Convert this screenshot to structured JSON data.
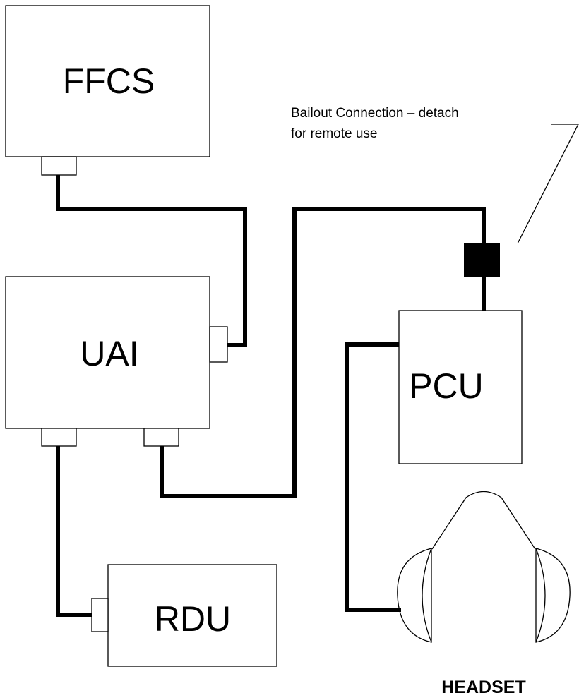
{
  "diagram": {
    "nodes": {
      "ffcs": {
        "label": "FFCS"
      },
      "uai": {
        "label": "UAI"
      },
      "rdu": {
        "label": "RDU"
      },
      "pcu": {
        "label": "PCU"
      },
      "headset": {
        "label": "HEADSET"
      }
    },
    "annotation": {
      "line1": "Bailout Connection – detach",
      "line2": "for remote use"
    },
    "colors": {
      "line": "#000000",
      "background": "#ffffff"
    },
    "connections": [
      {
        "from": "FFCS",
        "to": "UAI"
      },
      {
        "from": "UAI",
        "to": "PCU",
        "via": "bailout-connector"
      },
      {
        "from": "UAI",
        "to": "RDU"
      },
      {
        "from": "PCU",
        "to": "HEADSET"
      }
    ]
  }
}
